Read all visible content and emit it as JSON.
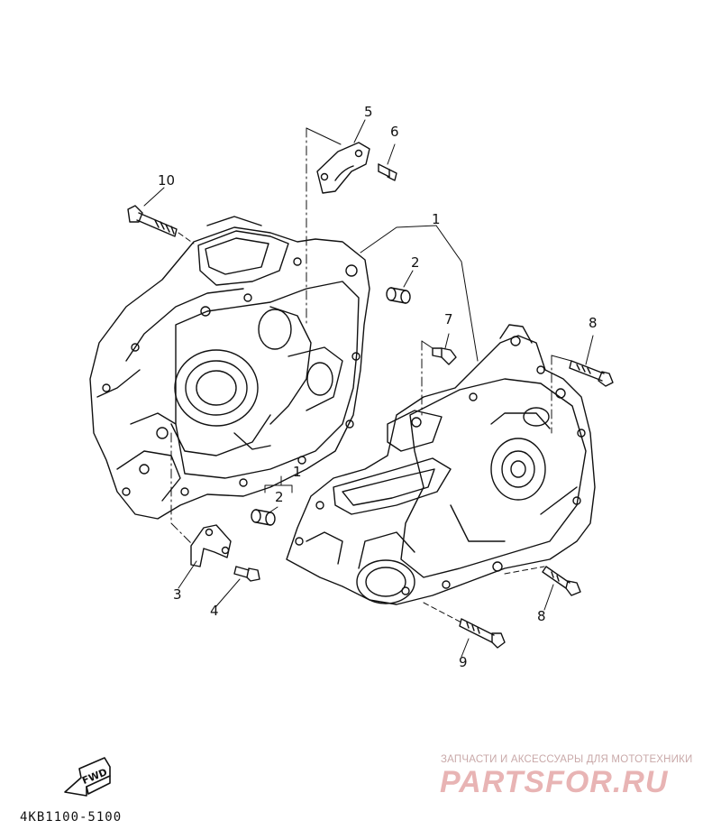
{
  "callouts": [
    {
      "id": "c1a",
      "label": "1"
    },
    {
      "id": "c1b",
      "label": "1"
    },
    {
      "id": "c2a",
      "label": "2"
    },
    {
      "id": "c2b",
      "label": "2"
    },
    {
      "id": "c3",
      "label": "3"
    },
    {
      "id": "c4",
      "label": "4"
    },
    {
      "id": "c5",
      "label": "5"
    },
    {
      "id": "c6",
      "label": "6"
    },
    {
      "id": "c7",
      "label": "7"
    },
    {
      "id": "c8a",
      "label": "8"
    },
    {
      "id": "c8b",
      "label": "8"
    },
    {
      "id": "c9",
      "label": "9"
    },
    {
      "id": "c10",
      "label": "10"
    }
  ],
  "fwd_label": "FWD",
  "part_code": "4KB1100-5100",
  "watermark": {
    "tagline": "ЗАПЧАСТИ И АКСЕССУАРЫ ДЛЯ МОТОТЕХНИКИ",
    "brand": "PARTSFOR.RU"
  },
  "colors": {
    "line": "#111111",
    "watermark_brand": "#e8b4b4",
    "watermark_tagline": "#c9a9a9"
  }
}
